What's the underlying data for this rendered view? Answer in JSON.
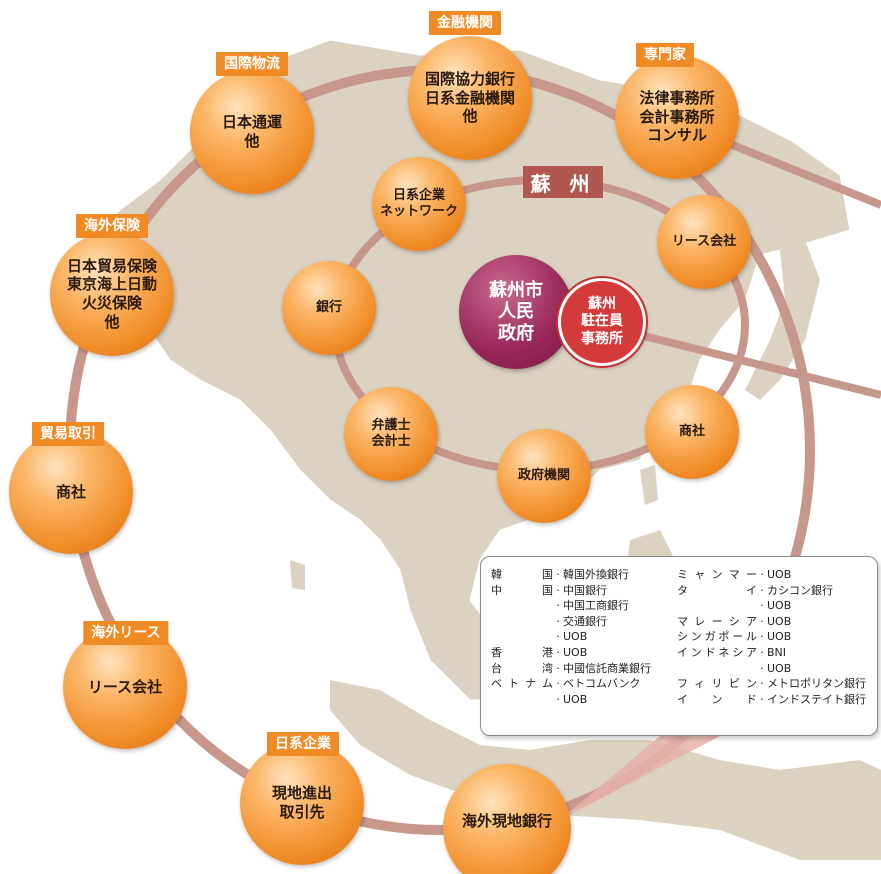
{
  "center": {
    "city_label": "蘇 州",
    "government": "蘇州市\n人民\n政府",
    "office": "蘇州\n駐在員\n事務所"
  },
  "inner_nodes": [
    {
      "id": "network",
      "label": "日系企業\nネットワーク"
    },
    {
      "id": "lease",
      "label": "リース会社"
    },
    {
      "id": "bank",
      "label": "銀行"
    },
    {
      "id": "lawyer",
      "label": "弁護士\n会計士"
    },
    {
      "id": "govt-agency",
      "label": "政府機関"
    },
    {
      "id": "trading",
      "label": "商社"
    }
  ],
  "outer_nodes": [
    {
      "id": "logistics",
      "category": "国際物流",
      "label": "日本通運\n他"
    },
    {
      "id": "finance",
      "category": "金融機関",
      "label": "国際協力銀行\n日系金融機関\n他"
    },
    {
      "id": "experts",
      "category": "専門家",
      "label": "法律事務所\n会計事務所\nコンサル"
    },
    {
      "id": "insurance",
      "category": "海外保険",
      "label": "日本貿易保険\n東京海上日動\n火災保険\n他"
    },
    {
      "id": "trade",
      "category": "貿易取引",
      "label": "商社"
    },
    {
      "id": "overseas-lease",
      "category": "海外リース",
      "label": "リース会社"
    },
    {
      "id": "japanese-firms",
      "category": "日系企業",
      "label": "現地進出\n取引先"
    },
    {
      "id": "local-banks",
      "category": "",
      "label": "海外現地銀行"
    }
  ],
  "bank_list": {
    "left": [
      {
        "country": "韓　国",
        "bank": "韓国外換銀行"
      },
      {
        "country": "中　国",
        "bank": "中国銀行"
      },
      {
        "country": "",
        "bank": "中国工商銀行"
      },
      {
        "country": "",
        "bank": "交通銀行"
      },
      {
        "country": "",
        "bank": "UOB"
      },
      {
        "country": "香　港",
        "bank": "UOB"
      },
      {
        "country": "台　湾",
        "bank": "中國信託商業銀行"
      },
      {
        "country": "ベトナム",
        "bank": "ベトコムバンク"
      },
      {
        "country": "",
        "bank": "UOB"
      }
    ],
    "right": [
      {
        "country": "ミャンマー",
        "bank": "UOB"
      },
      {
        "country": "タ　イ",
        "bank": "カシコン銀行"
      },
      {
        "country": "",
        "bank": "UOB"
      },
      {
        "country": "マレーシア",
        "bank": "UOB"
      },
      {
        "country": "シンガポール",
        "bank": "UOB"
      },
      {
        "country": "インドネシア",
        "bank": "BNI"
      },
      {
        "country": "",
        "bank": "UOB"
      },
      {
        "country": "フィリピン",
        "bank": "メトロポリタン銀行"
      },
      {
        "country": "イ ン ド",
        "bank": "インドステイト銀行"
      }
    ]
  },
  "colors": {
    "orb": "#f08a24",
    "ring": "#c8978c",
    "map_land": "#dcd2c2",
    "city_tag": "#b0584f",
    "government": "#9a2a5a",
    "office": "#d43a3a"
  }
}
